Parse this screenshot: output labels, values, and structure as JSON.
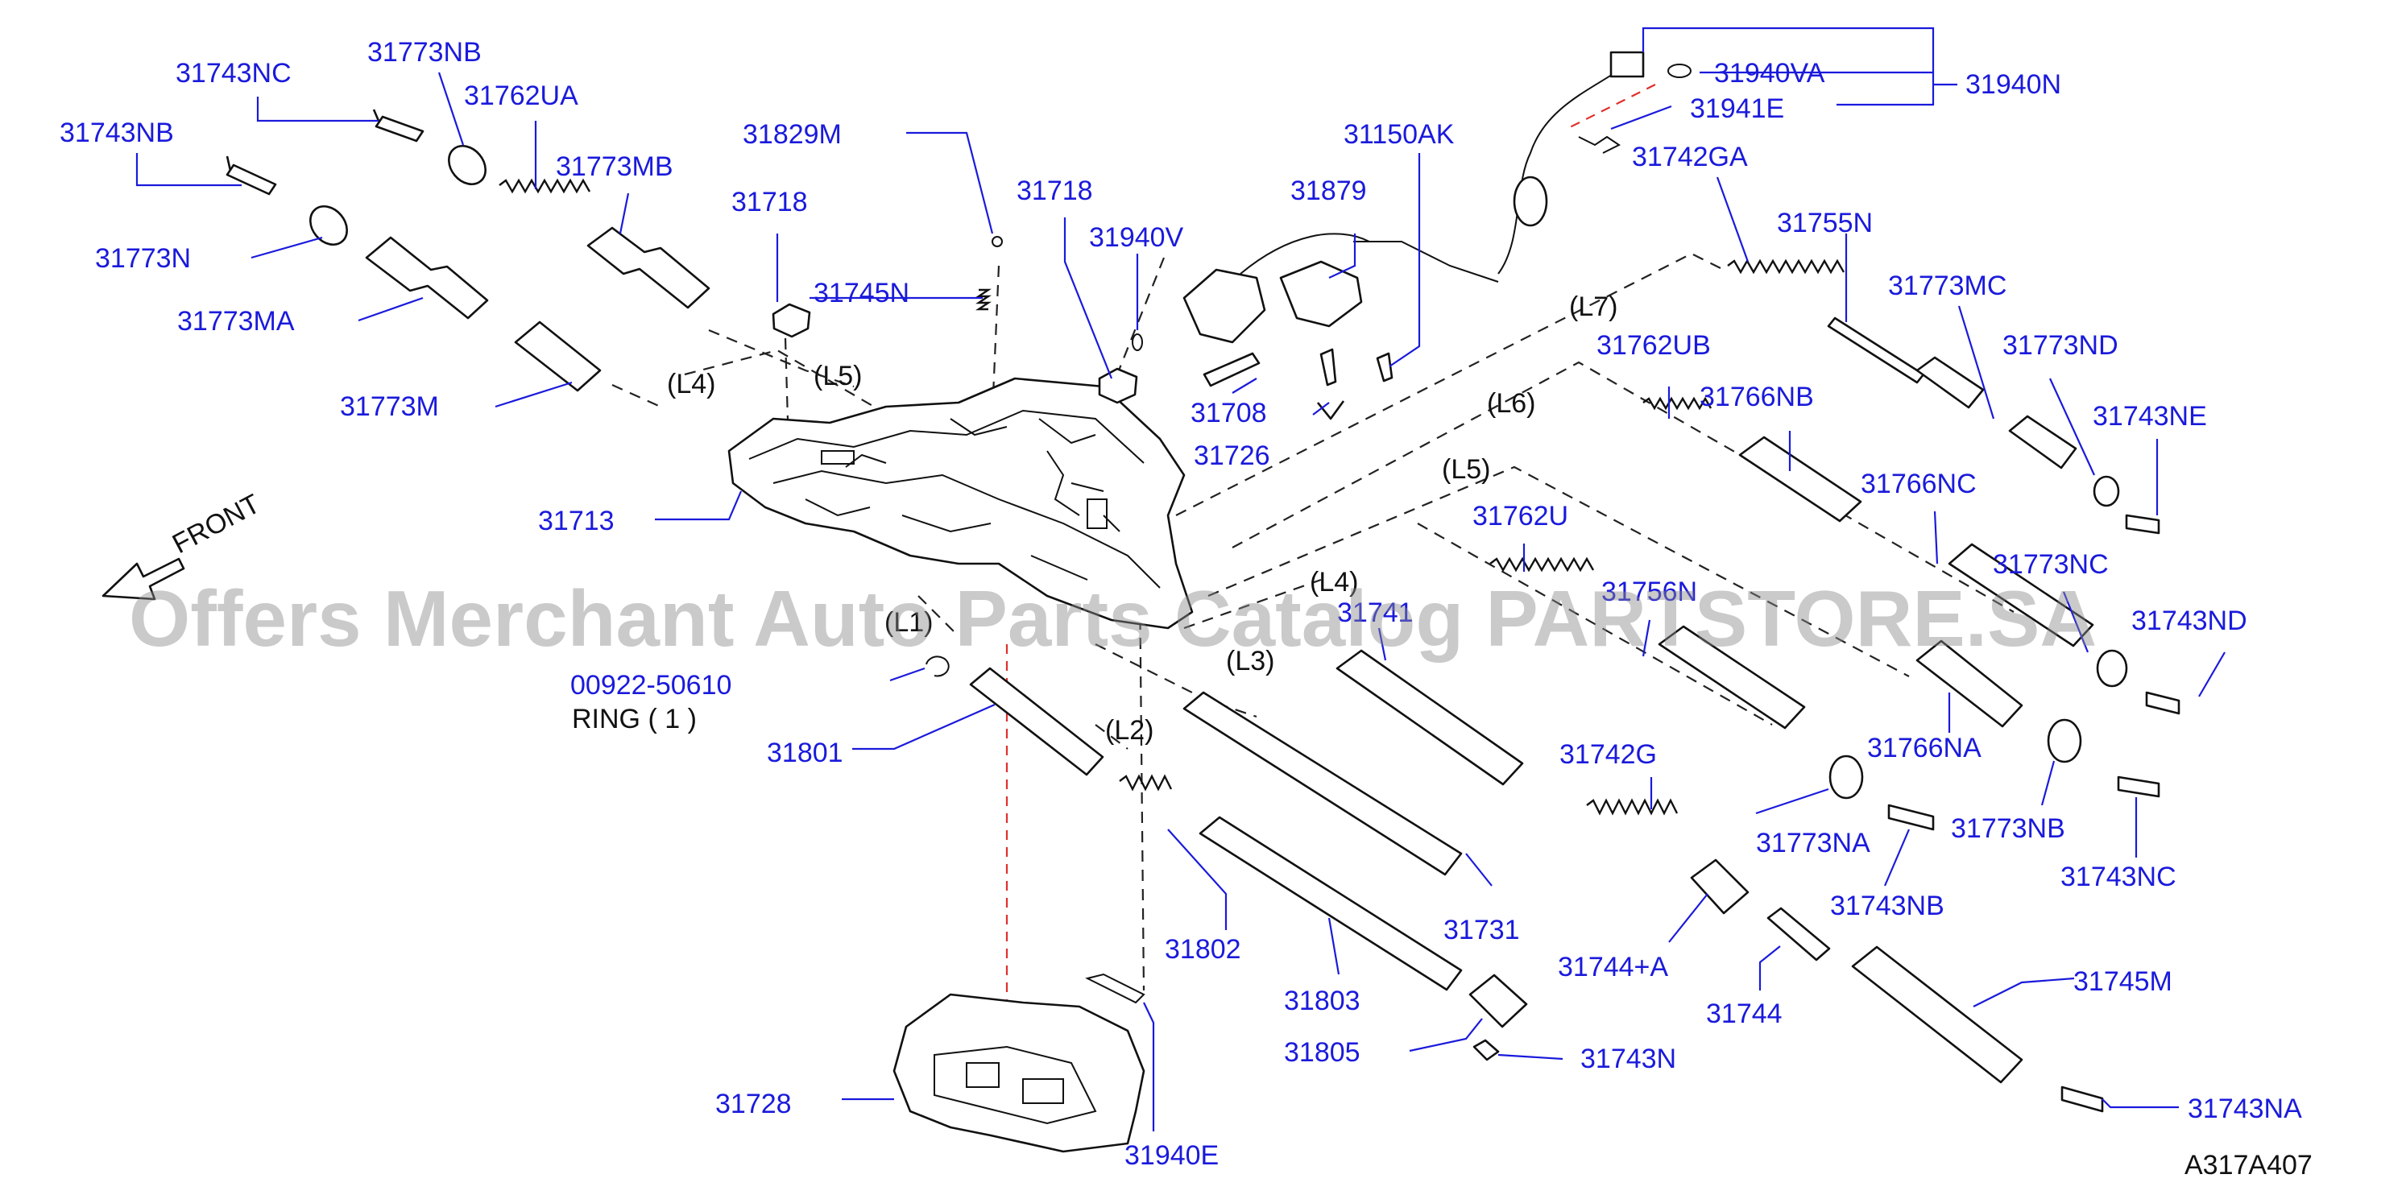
{
  "diagram": {
    "code": "A317A407",
    "front_label": "FRONT",
    "watermark": "Offers Merchant Auto Parts Catalog PARTSTORE.SA",
    "part_labels": {
      "p31743NC_top": "31743NC",
      "p31773NB_top": "31773NB",
      "p31762UA": "31762UA",
      "p31743NB_top": "31743NB",
      "p31773MB": "31773MB",
      "p31773N": "31773N",
      "p31773MA": "31773MA",
      "p31773M": "31773M",
      "p31829M": "31829M",
      "p31718a": "31718",
      "p31745N": "31745N",
      "p31718b": "31718",
      "p31940V": "31940V",
      "p31150AK": "31150AK",
      "p31879": "31879",
      "p31708": "31708",
      "p31726": "31726",
      "p31713": "31713",
      "p31940VA": "31940VA",
      "p31940N": "31940N",
      "p31941E": "31941E",
      "p31742GA": "31742GA",
      "p31755N": "31755N",
      "p31773MC": "31773MC",
      "p31773ND": "31773ND",
      "p31743NE": "31743NE",
      "p31762UB": "31762UB",
      "p31766NB": "31766NB",
      "p31766NC": "31766NC",
      "p31773NC": "31773NC",
      "p31743ND": "31743ND",
      "p31762U": "31762U",
      "p31756N": "31756N",
      "p31741": "31741",
      "p00922": "00922-50610",
      "ring": "RING ( 1 )",
      "p31801": "31801",
      "p31742G": "31742G",
      "p31766NA": "31766NA",
      "p31773NA": "31773NA",
      "p31773NB_bot": "31773NB",
      "p31743NC_bot": "31743NC",
      "p31743NB_bot": "31743NB",
      "p31802": "31802",
      "p31731": "31731",
      "p31803": "31803",
      "p31744A": "31744+A",
      "p31744": "31744",
      "p31745M": "31745M",
      "p31805": "31805",
      "p31743N": "31743N",
      "p31728": "31728",
      "p31940E": "31940E",
      "p31743NA": "31743NA"
    },
    "line_refs": {
      "L1": "(L1)",
      "L2": "(L2)",
      "L3": "(L3)",
      "L4a": "(L4)",
      "L4b": "(L4)",
      "L5a": "(L5)",
      "L5b": "(L5)",
      "L6": "(L6)",
      "L7": "(L7)"
    },
    "colors": {
      "label": "#1a1adc",
      "line": "#111111",
      "dash_red": "#e0302c",
      "background": "#ffffff"
    }
  }
}
